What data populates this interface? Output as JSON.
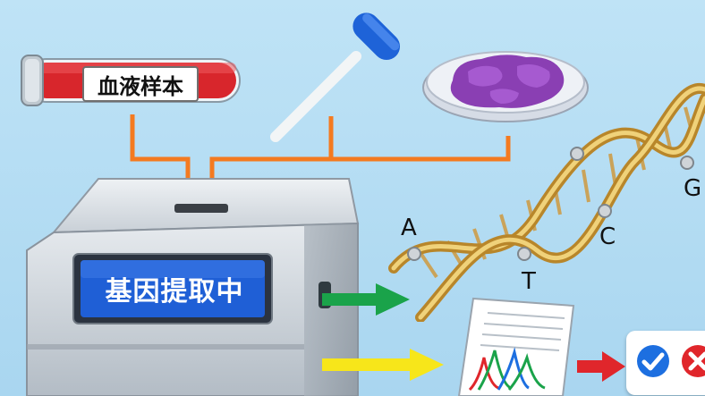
{
  "sample": {
    "blood_label": "血液样本"
  },
  "machine": {
    "screen_text": "基因提取中"
  },
  "dna": {
    "bases": [
      "A",
      "T",
      "C",
      "G"
    ]
  },
  "icons": {
    "swab": "cotton-swab-icon",
    "tissue": "tissue-petri-dish-icon",
    "check": "check-icon",
    "cross": "cross-icon"
  },
  "colors": {
    "arrow_orange": "#f47a20",
    "arrow_green": "#1aa34a",
    "arrow_yellow": "#f7e61a",
    "arrow_red": "#e0262b",
    "screen_blue": "#1f5fd6",
    "check_blue": "#1d6fe0",
    "cross_red": "#e0262b",
    "tube_red": "#d8262c"
  }
}
